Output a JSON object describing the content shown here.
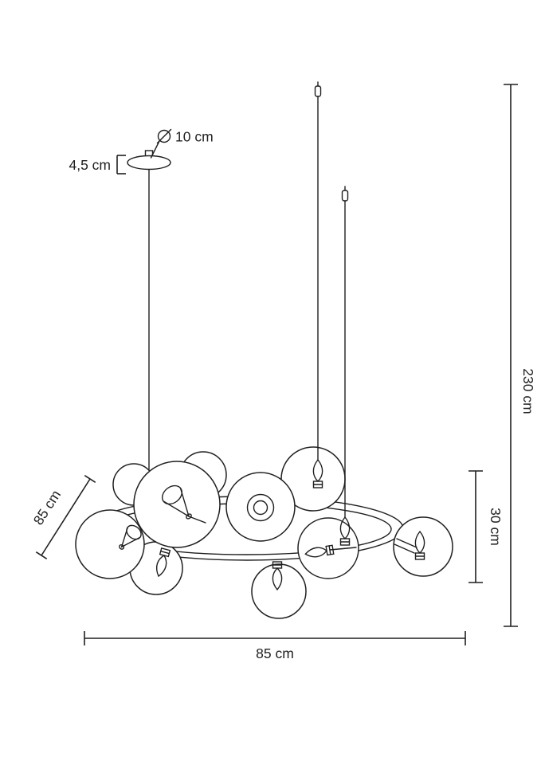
{
  "diagram": {
    "subject": "chandelier-pendant-lamp-dimension-drawing",
    "labels": {
      "diameter_symbol": "Ø",
      "canopy_diameter": "10 cm",
      "canopy_height": "4,5 cm",
      "total_height": "230 cm",
      "body_height": "30 cm",
      "width_bottom": "85 cm",
      "depth_left": "85 cm"
    },
    "colors": {
      "line": "#1f1f1f",
      "background": "#ffffff"
    }
  }
}
